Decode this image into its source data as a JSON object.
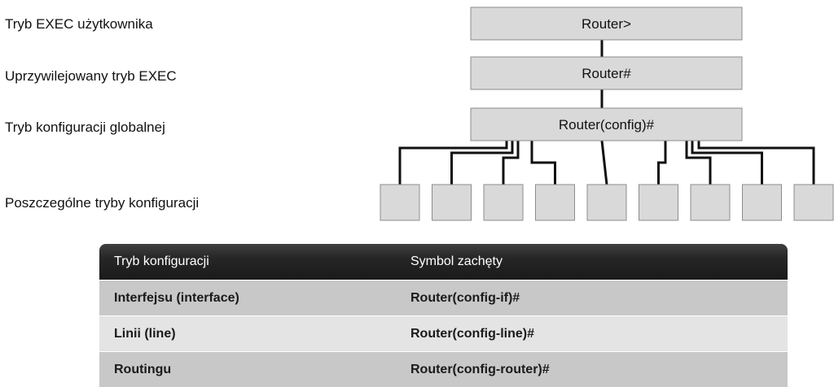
{
  "levels": [
    {
      "label": "Tryb EXEC użytkownika",
      "prompt": "Router>"
    },
    {
      "label": "Uprzywilejowany tryb EXEC",
      "prompt": "Router#"
    },
    {
      "label": "Tryb konfiguracji globalnej",
      "prompt": "Router(config)#"
    }
  ],
  "sub_modes_label": "Poszczególne tryby konfiguracji",
  "sub_mode_count": 9,
  "colors": {
    "box_fill": "#d9d9d9",
    "box_stroke": "#8c8c8c",
    "connector": "#111111",
    "header_bg": "#1f1f1f",
    "row_dark": "#c8c8c8",
    "row_light": "#e4e4e4"
  },
  "table": {
    "headers": [
      "Tryb konfiguracji",
      "Symbol zachęty"
    ],
    "rows": [
      [
        "Interfejsu (interface)",
        "Router(config-if)#"
      ],
      [
        "Linii (line)",
        "Router(config-line)#"
      ],
      [
        "Routingu",
        "Router(config-router)#"
      ]
    ]
  }
}
